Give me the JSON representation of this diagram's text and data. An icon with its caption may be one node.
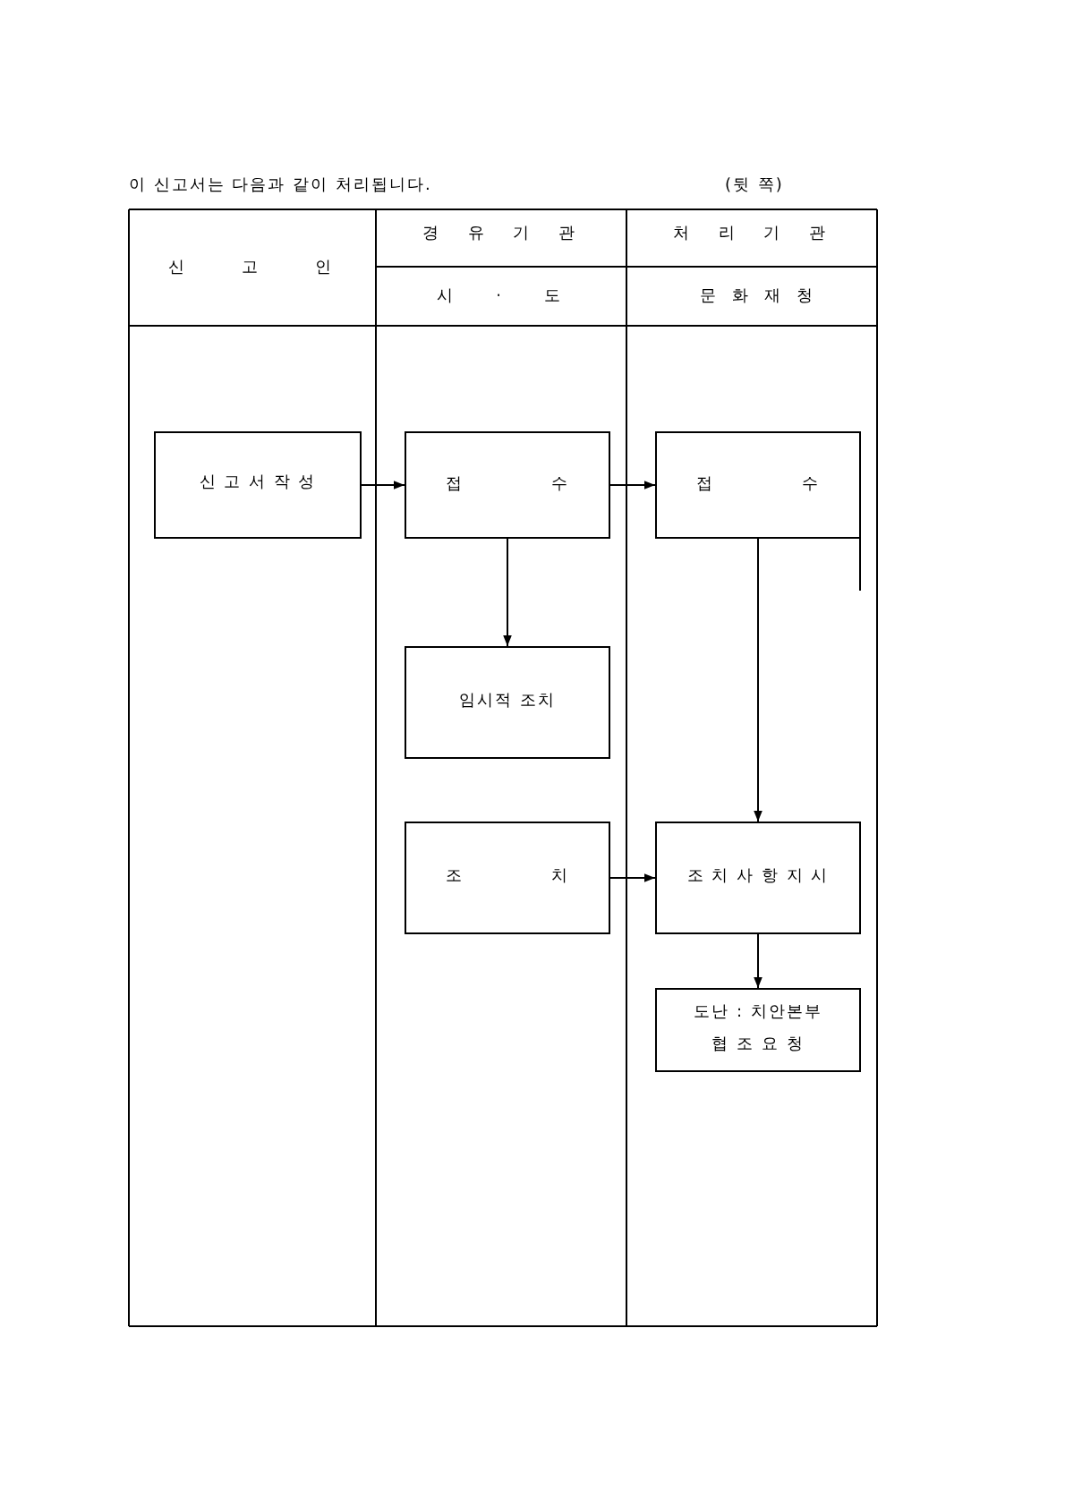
{
  "diagram": {
    "title": "이 신고서는 다음과 같이 처리됩니다.",
    "nodes": [
      {
        "text": [
          "신 고 서 작 성"
        ]
      },
      {
        "text": [
          "접 수"
        ]
      },
      {
        "text": [
          "접 수"
        ]
      },
      {
        "text": [
          "임시적 조치"
        ]
      },
      {
        "text": [
          "조 치"
        ]
      },
      {
        "text": [
          "조 치 사 항 지 시"
        ]
      },
      {
        "text": [
          "도난 : 치안본부 협 조 요 청"
        ]
      }
    ],
    "edges": [
      {
        "from": 0,
        "to": 1,
        "arrow": "to"
      },
      {
        "from": 1,
        "to": 2,
        "arrow": "to"
      },
      {
        "from": 1,
        "to": 3,
        "arrow": "to"
      },
      {
        "from": 2,
        "to": 5,
        "arrow": "to"
      },
      {
        "from": 2,
        "to": null,
        "arrow": "none"
      },
      {
        "from": 4,
        "to": 5,
        "arrow": "to"
      },
      {
        "from": 5,
        "to": 6,
        "arrow": "to"
      }
    ],
    "labels": [
      "(뒷 쪽)",
      "신 고 인",
      "경 유 기 관",
      "처 리 기 관",
      "시 · 도",
      "문 화 재 청"
    ]
  }
}
